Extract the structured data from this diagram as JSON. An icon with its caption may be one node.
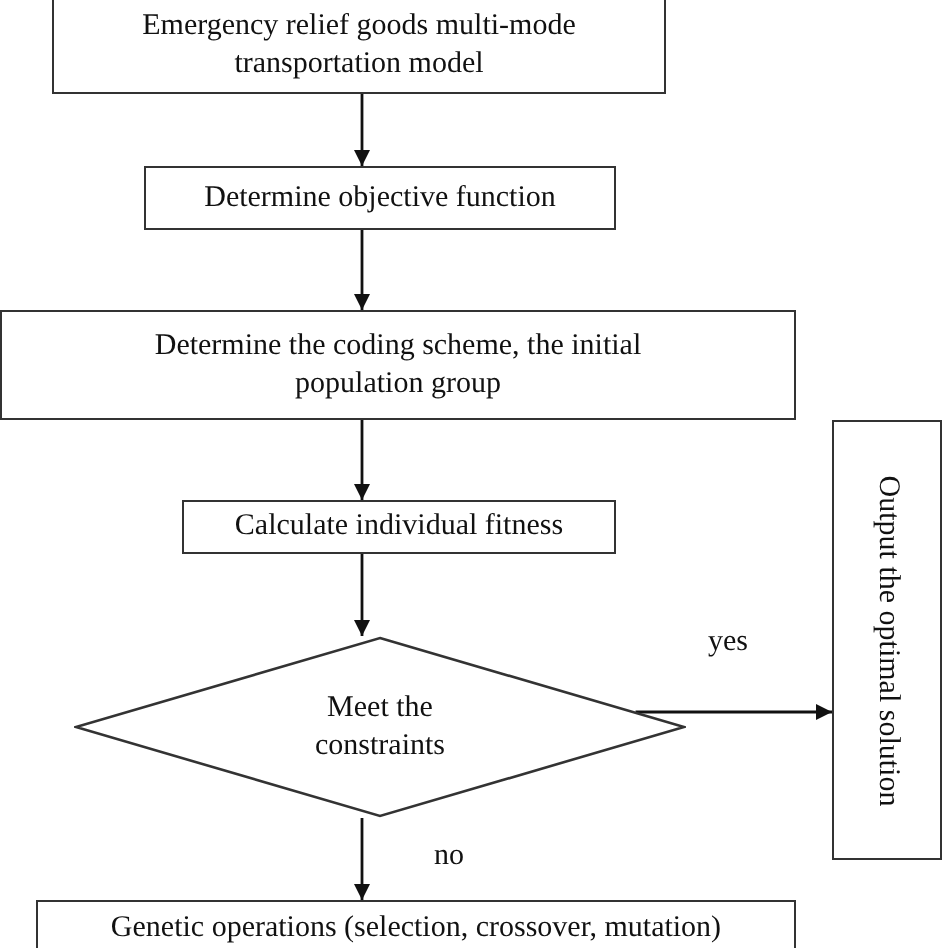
{
  "diagram": {
    "nodes": [
      {
        "text": [
          "Emergency relief goods multi-mode transportation model"
        ]
      },
      {
        "text": [
          "Determine objective function"
        ]
      },
      {
        "text": [
          "Determine the coding scheme, the initial population group"
        ]
      },
      {
        "text": [
          "Calculate individual fitness"
        ]
      },
      {
        "text": [
          "Meet the constraints"
        ]
      },
      {
        "text": [
          "Output the optimal solution"
        ]
      },
      {
        "text": [
          "Genetic operations (selection, crossover, mutation)"
        ]
      }
    ],
    "edges": [
      {
        "from": 0,
        "to": 1,
        "arrow": "to"
      },
      {
        "from": 1,
        "to": 2,
        "arrow": "to"
      },
      {
        "from": 2,
        "to": 3,
        "arrow": "to"
      },
      {
        "from": 3,
        "to": 4,
        "arrow": "to"
      },
      {
        "from": 4,
        "to": 5,
        "arrow": "to",
        "label": "yes"
      },
      {
        "from": 4,
        "to": 6,
        "arrow": "to",
        "label": "no"
      }
    ]
  }
}
